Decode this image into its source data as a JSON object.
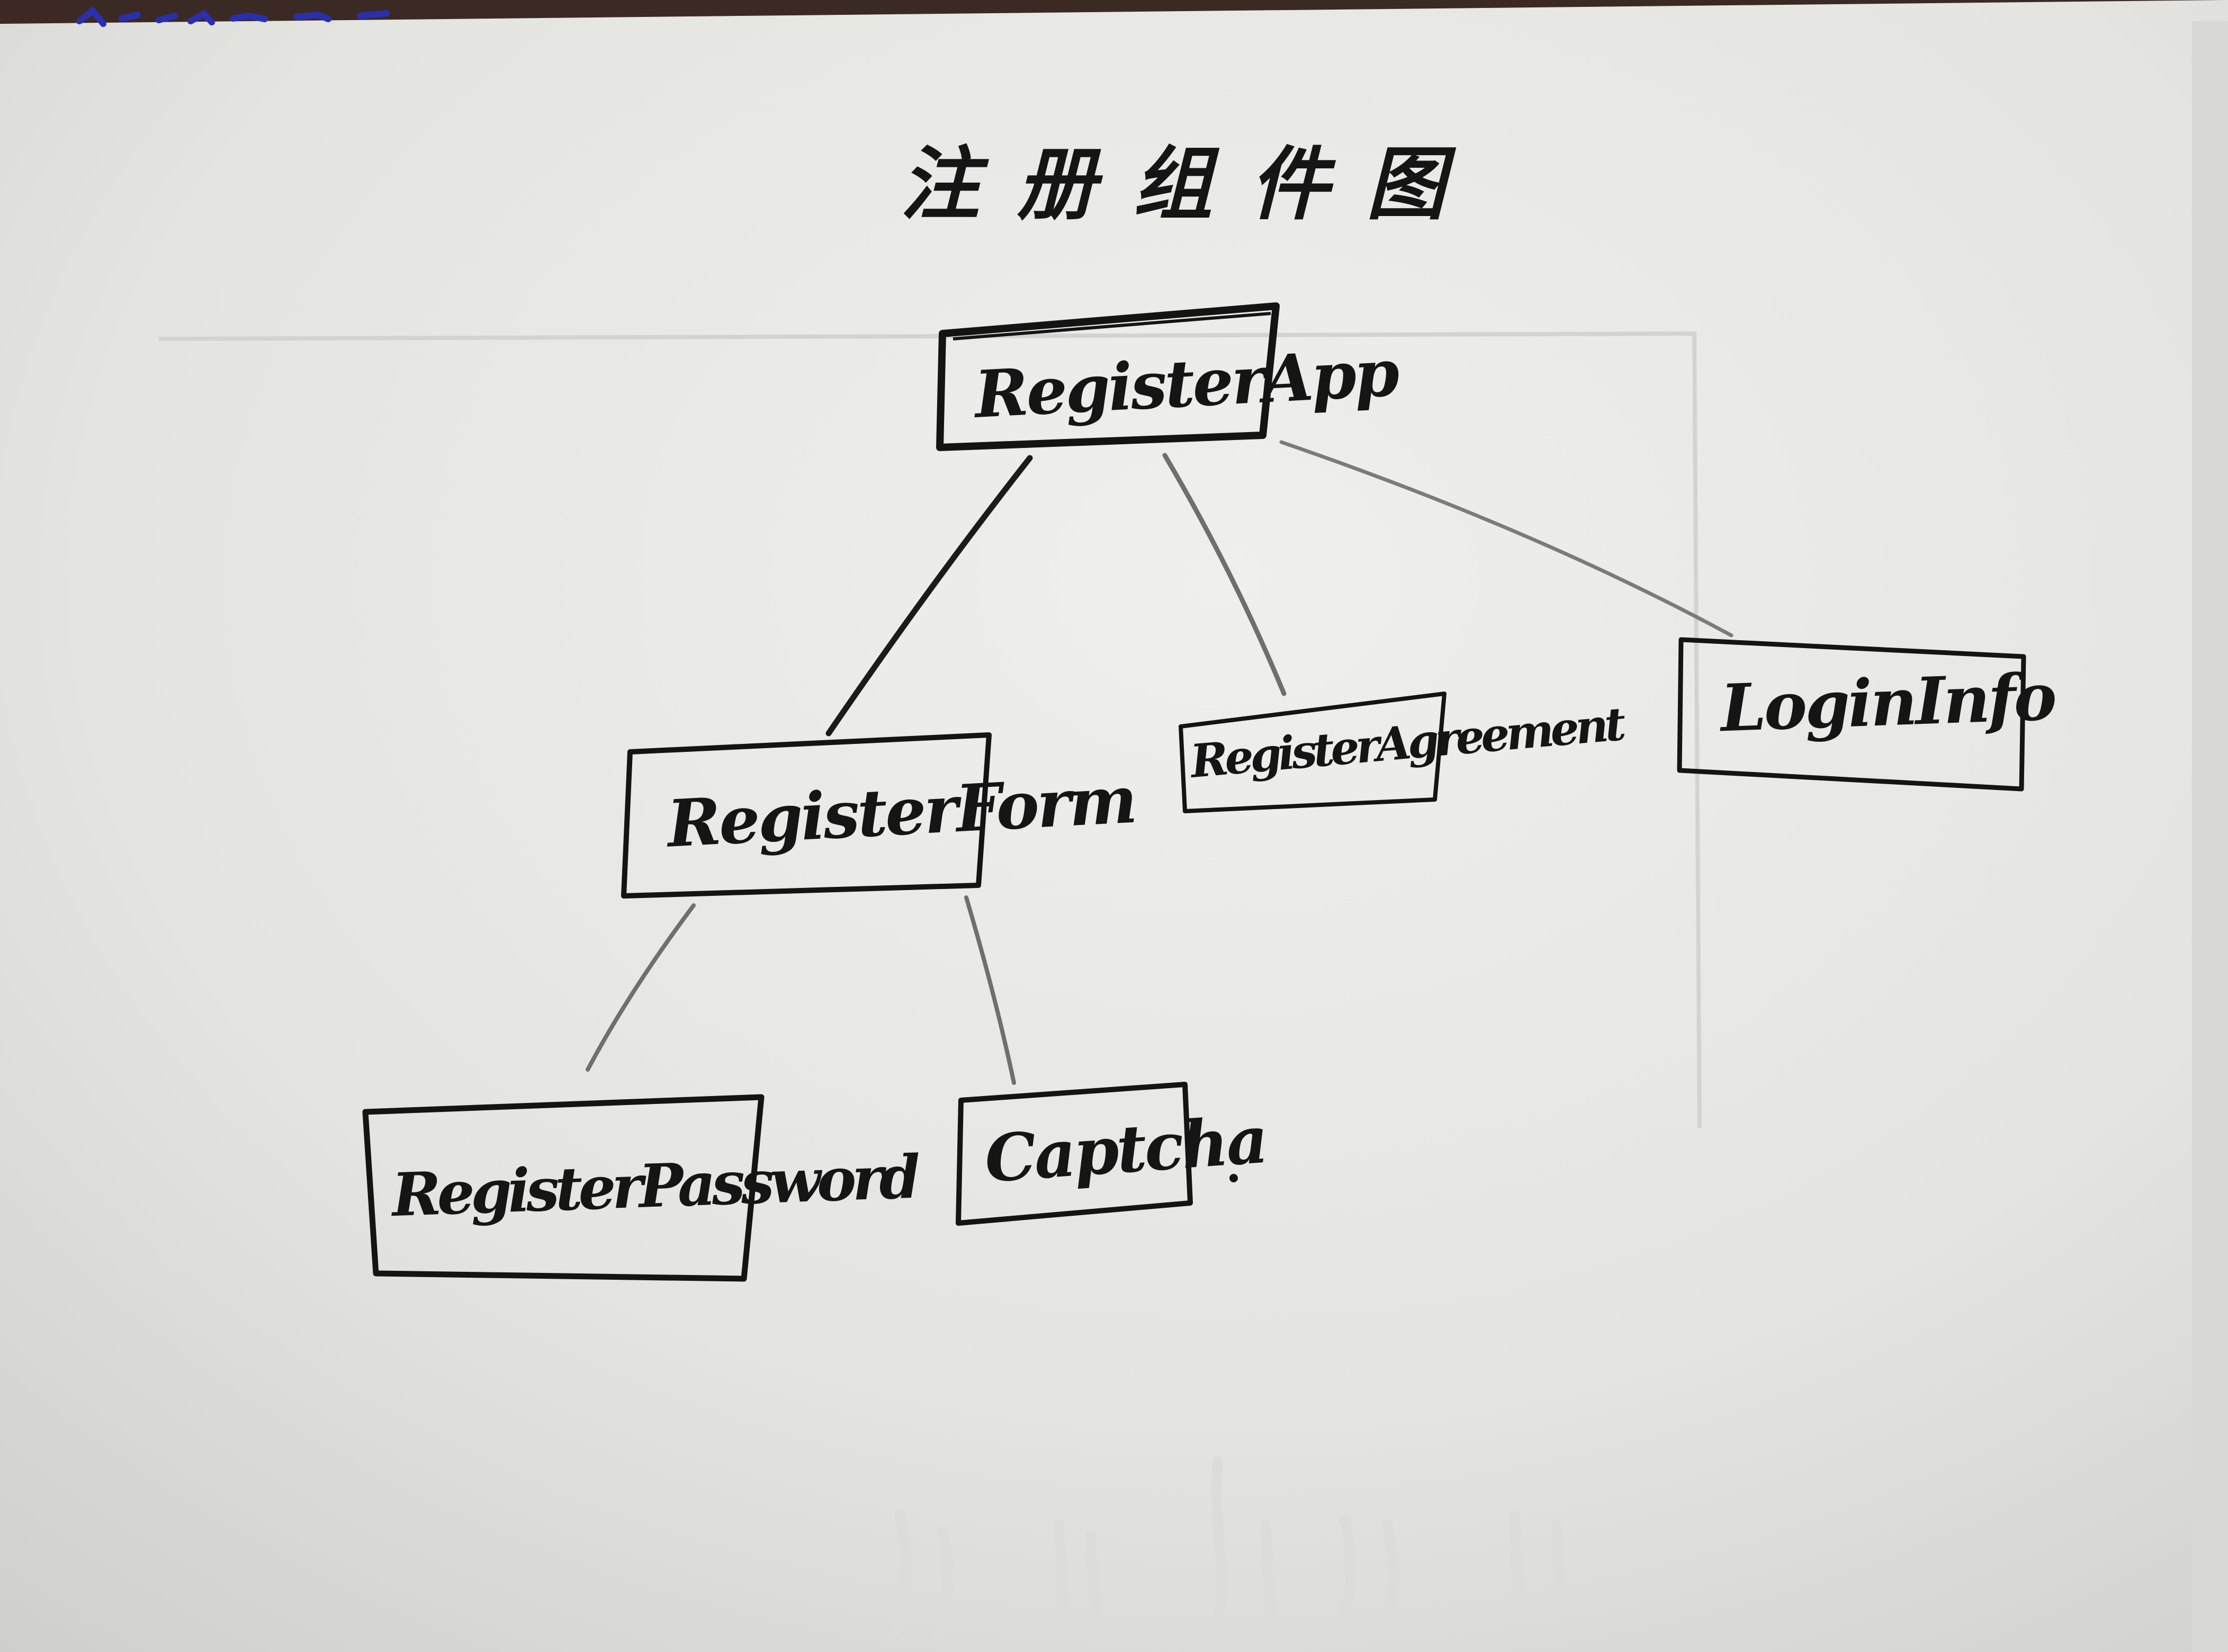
{
  "diagram": {
    "title": "注册组件图",
    "root": {
      "label": "RegisterApp",
      "children": [
        {
          "label": "RegisterForm",
          "children": [
            {
              "label": "RegisterPassword"
            },
            {
              "label": "Captcha"
            }
          ]
        },
        {
          "label": "RegisterAgreement"
        },
        {
          "label": "LoginInfo"
        }
      ]
    }
  },
  "colors": {
    "paper": "#e6e6e3",
    "ink": "#151515",
    "pencil": "#6f6f6f",
    "desk": "#3b2a24"
  }
}
